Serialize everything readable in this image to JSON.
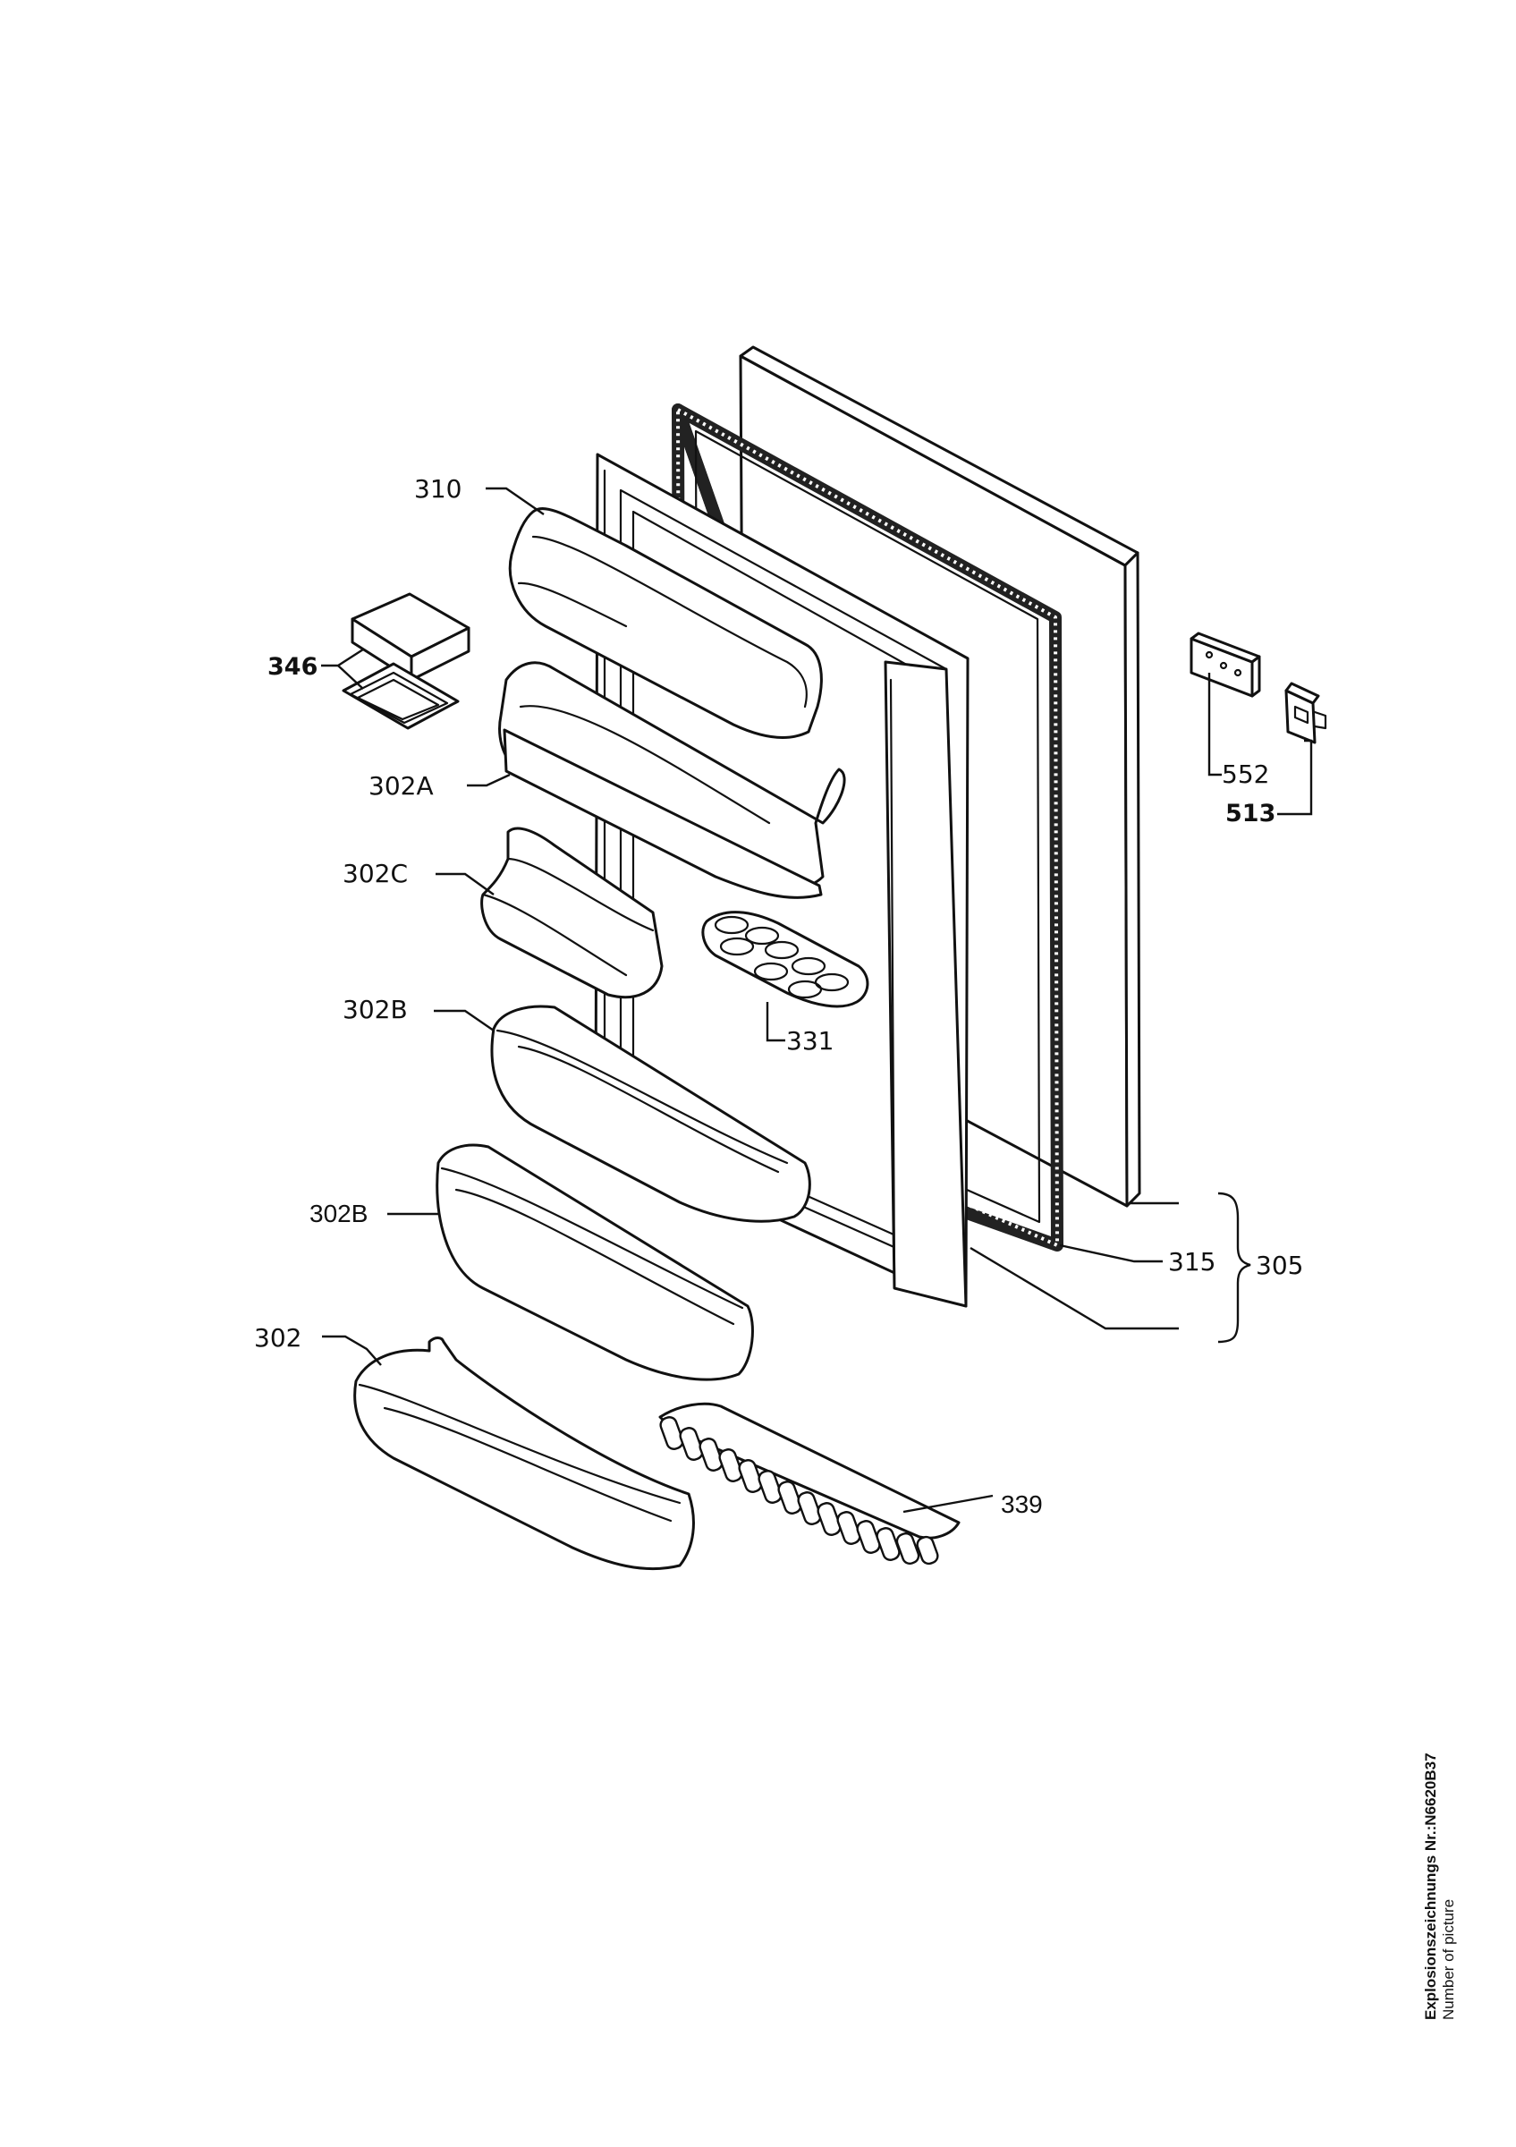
{
  "labels": {
    "door_shelf_top": "310",
    "butter_box": "346",
    "door_shelf_a": "302A",
    "door_shelf_c": "302C",
    "door_shelf_b_upper": "302B",
    "door_shelf_b_lower": "302B",
    "door_shelf_bottom": "302",
    "egg_tray": "331",
    "bottle_rack": "339",
    "hinge_plate": "552",
    "hinge_bracket": "513",
    "gasket": "315",
    "door_assembly": "305"
  },
  "caption": {
    "title": "Explosionszeichnungs Nr.:N6620B37",
    "subtitle": "Number of picture"
  },
  "colors": {
    "line": "#111111",
    "background": "#ffffff"
  }
}
